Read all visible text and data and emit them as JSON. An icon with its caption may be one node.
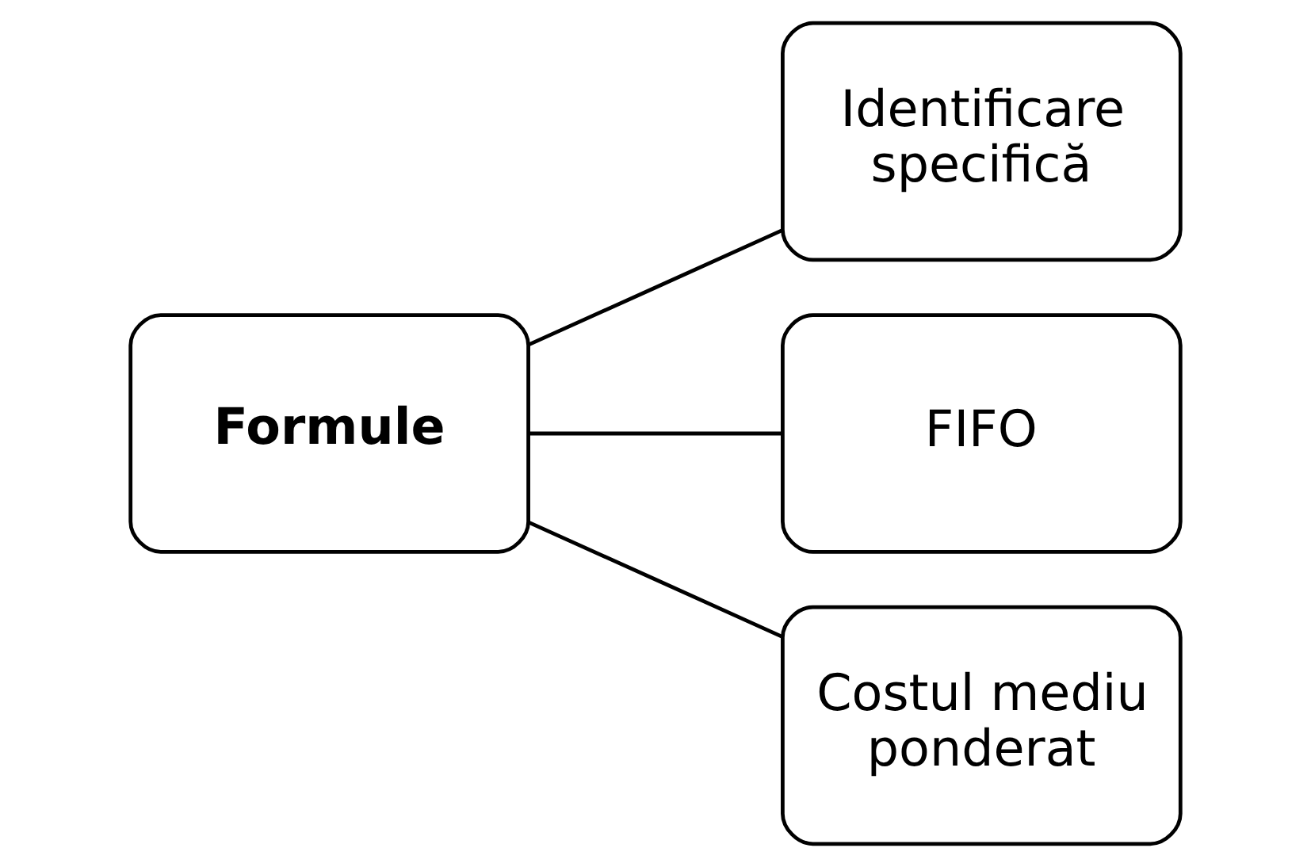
{
  "diagram": {
    "nodes": [
      {
        "text": [
          "Formule"
        ]
      },
      {
        "text": [
          "Identificare specifică"
        ]
      },
      {
        "text": [
          "FIFO"
        ]
      },
      {
        "text": [
          "Costul mediu ponderat"
        ]
      }
    ],
    "edges": [
      {
        "from": 0,
        "to": 1,
        "arrow": "none"
      },
      {
        "from": 0,
        "to": 2,
        "arrow": "none"
      },
      {
        "from": 0,
        "to": 3,
        "arrow": "none"
      }
    ]
  }
}
